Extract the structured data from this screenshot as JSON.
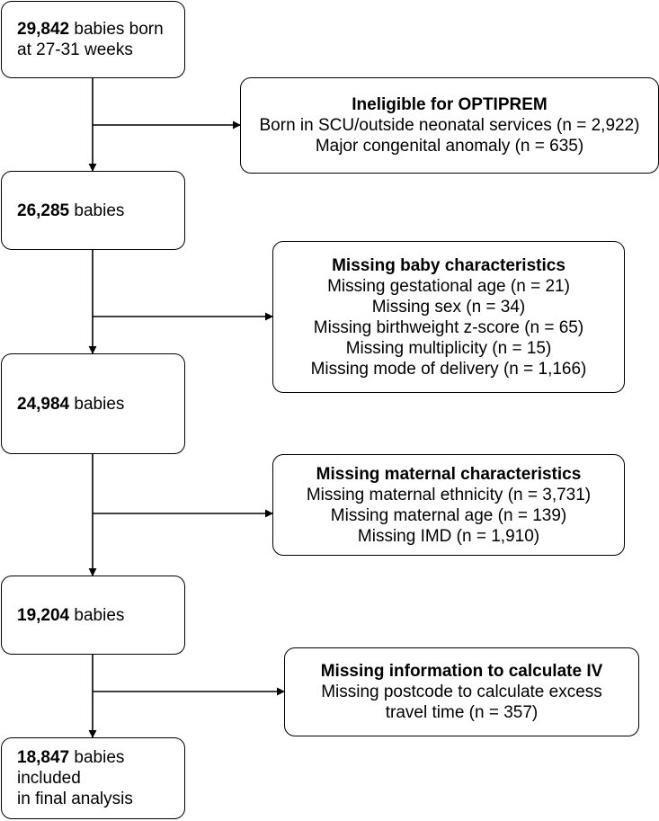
{
  "boxes": {
    "b1": {
      "bold": "29,842",
      "text": " babies born",
      "line2": "at 27-31 weeks"
    },
    "e1": {
      "title": "Ineligible for OPTIPREM",
      "lines": [
        "Born in SCU/outside neonatal services (n = 2,922)",
        "Major congenital anomaly (n = 635)"
      ]
    },
    "b2": {
      "bold": "26,285",
      "text": " babies"
    },
    "e2": {
      "title": "Missing baby characteristics",
      "lines": [
        "Missing gestational age (n = 21)",
        "Missing sex (n = 34)",
        "Missing birthweight z-score (n = 65)",
        "Missing multiplicity (n = 15)",
        "Missing mode of delivery (n = 1,166)"
      ]
    },
    "b3": {
      "bold": "24,984",
      "text": " babies"
    },
    "e3": {
      "title": "Missing maternal characteristics",
      "lines": [
        "Missing maternal ethnicity (n = 3,731)",
        "Missing maternal age (n = 139)",
        "Missing IMD (n = 1,910)"
      ]
    },
    "b4": {
      "bold": "19,204",
      "text": " babies"
    },
    "e4": {
      "title": "Missing information to calculate IV",
      "lines": [
        "Missing postcode to calculate excess",
        "travel time (n = 357)"
      ]
    },
    "b5": {
      "bold": "18,847",
      "text": " babies included",
      "line2": "in final analysis"
    }
  }
}
